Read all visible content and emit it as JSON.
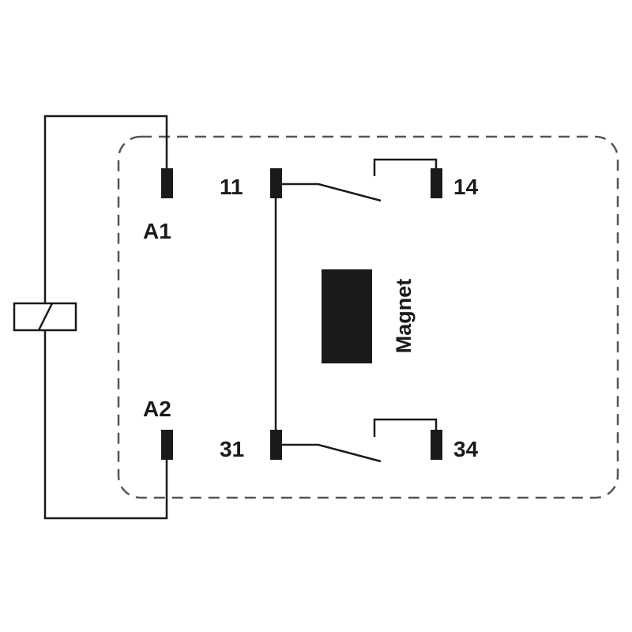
{
  "diagram": {
    "terminals": {
      "coil_top": "A1",
      "coil_bottom": "A2",
      "contact1_common": "11",
      "contact1_no": "14",
      "contact2_common": "31",
      "contact2_no": "34"
    },
    "magnet_label": "Magnet",
    "colors": {
      "ink": "#1a1a1a",
      "dashed_border": "#555555",
      "background": "#ffffff"
    }
  }
}
